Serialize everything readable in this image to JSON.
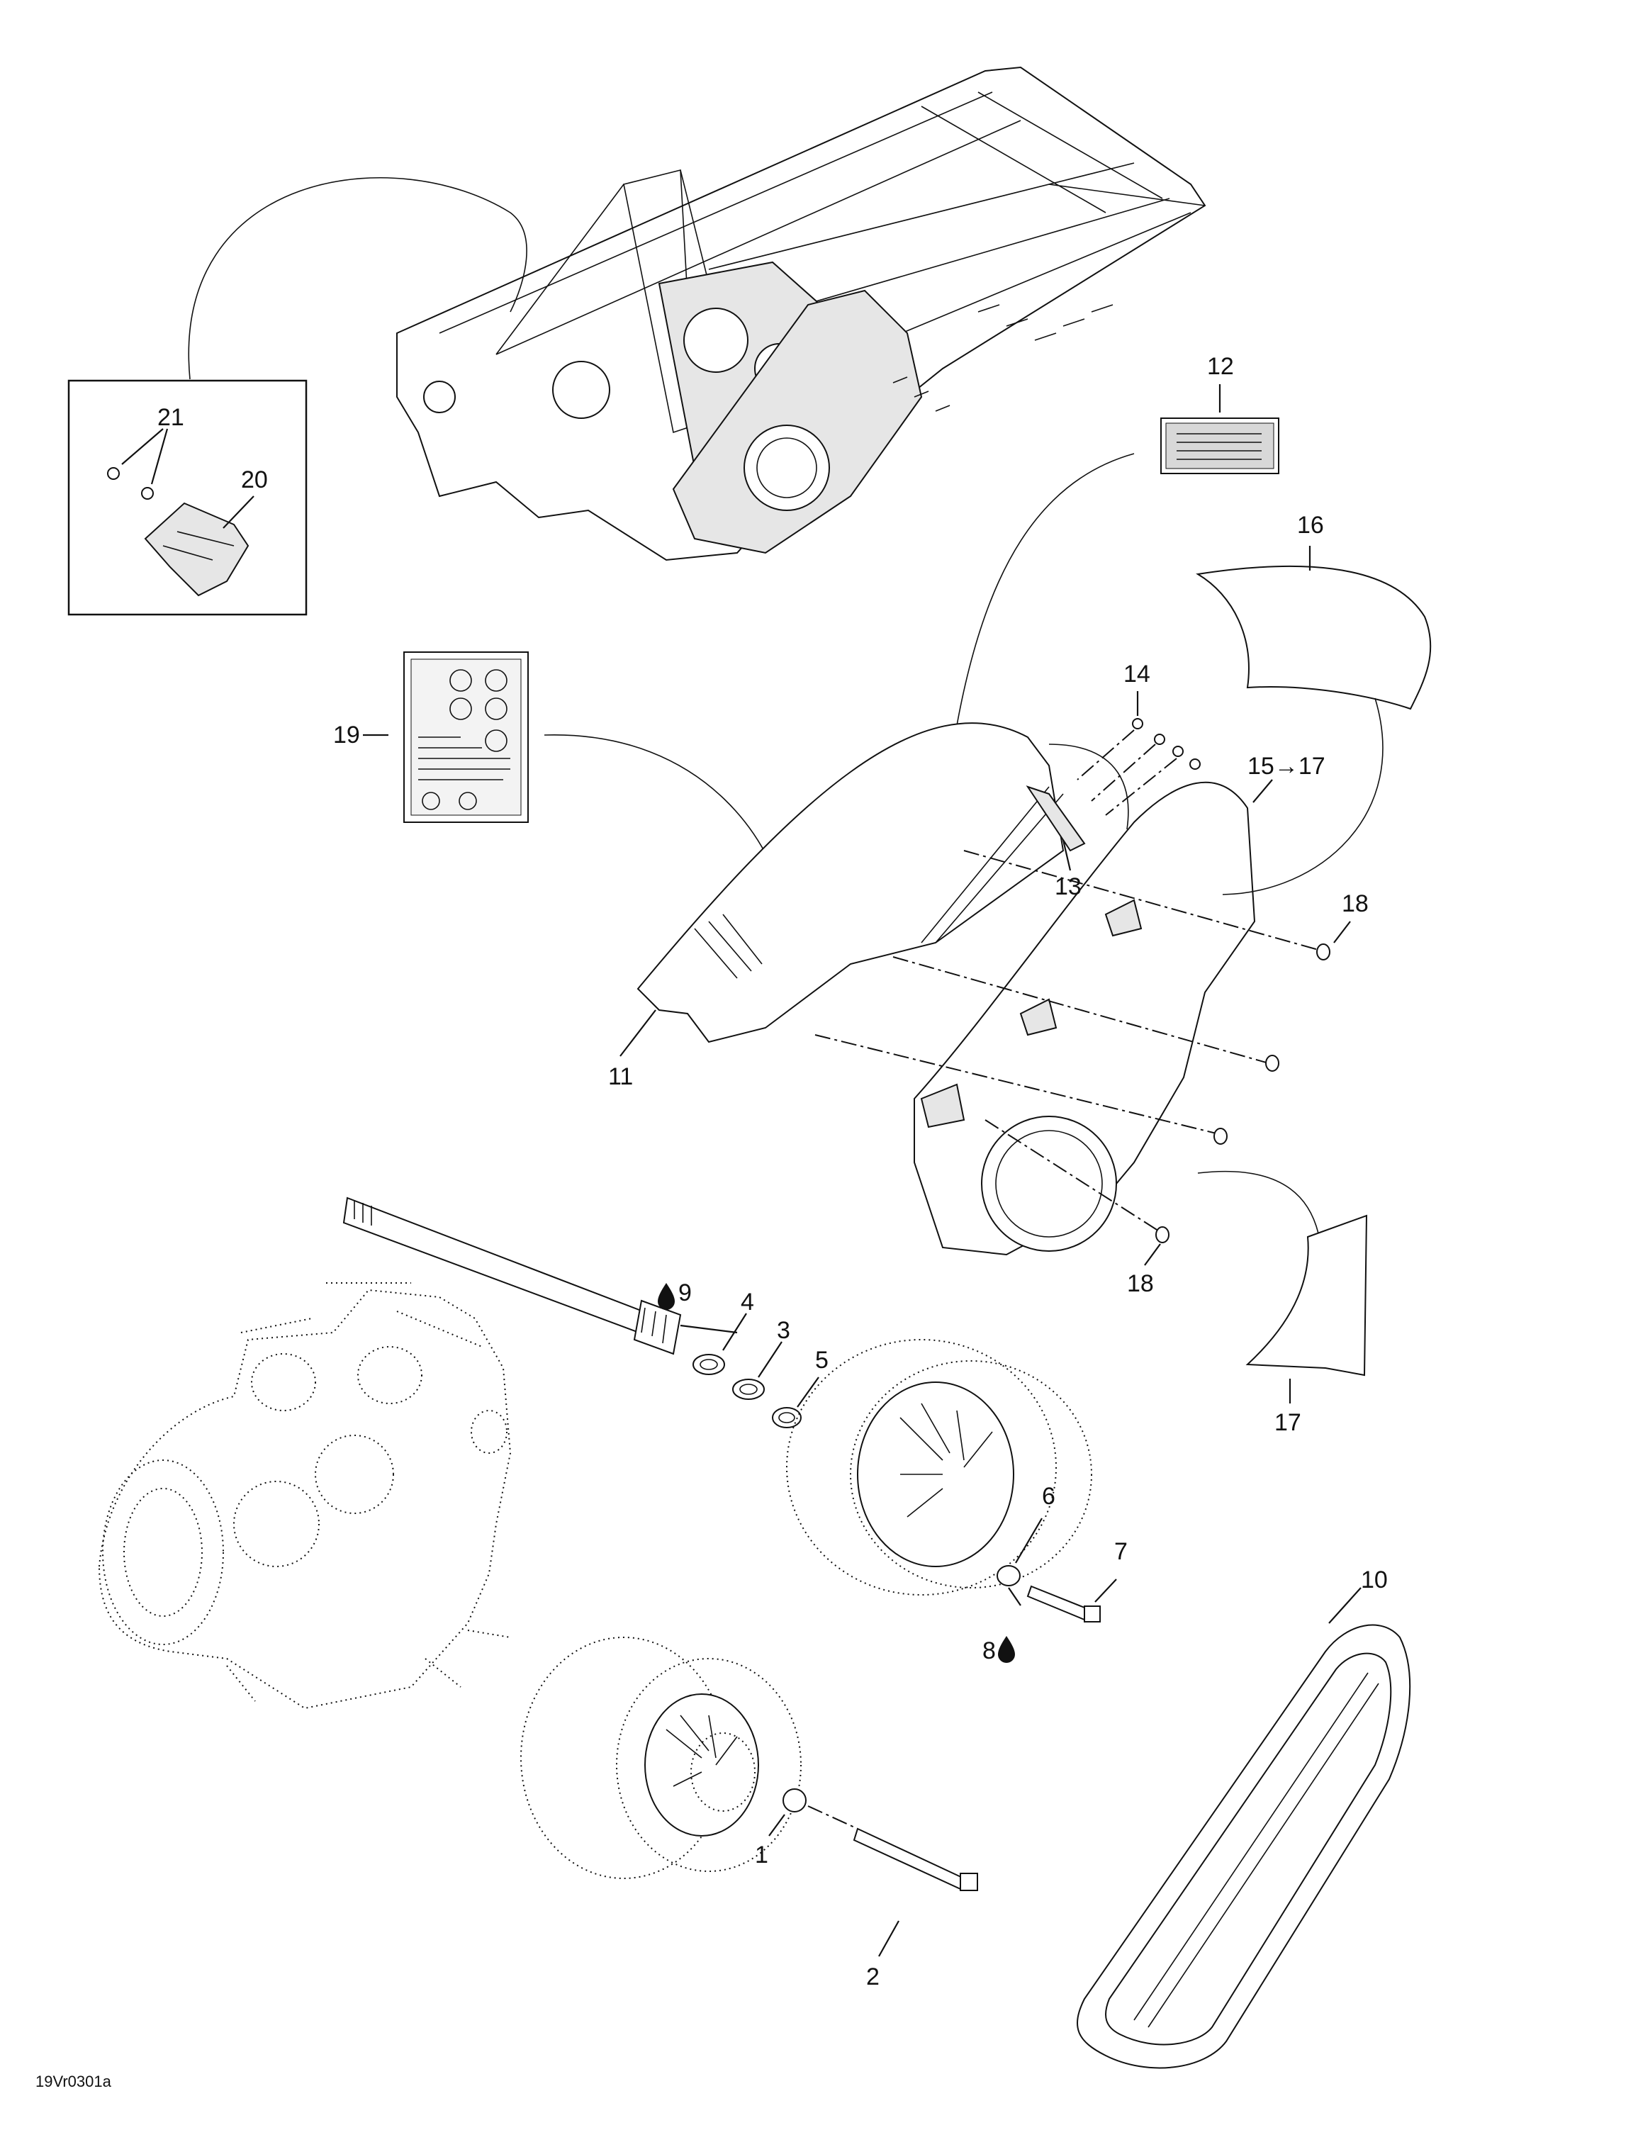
{
  "diagram": {
    "drawing_code": "19Vr0301a",
    "callouts": {
      "c1": "1",
      "c2": "2",
      "c3": "3",
      "c4": "4",
      "c5": "5",
      "c6": "6",
      "c7": "7",
      "c8": "8",
      "c9": "9",
      "c10": "10",
      "c11": "11",
      "c12": "12",
      "c13": "13",
      "c14": "14",
      "c15": "15→17",
      "c16": "16",
      "c17": "17",
      "c18a": "18",
      "c18b": "18",
      "c19": "19",
      "c20": "20",
      "c21": "21"
    },
    "icons": {
      "lubricant": "oil-drop-icon"
    }
  }
}
